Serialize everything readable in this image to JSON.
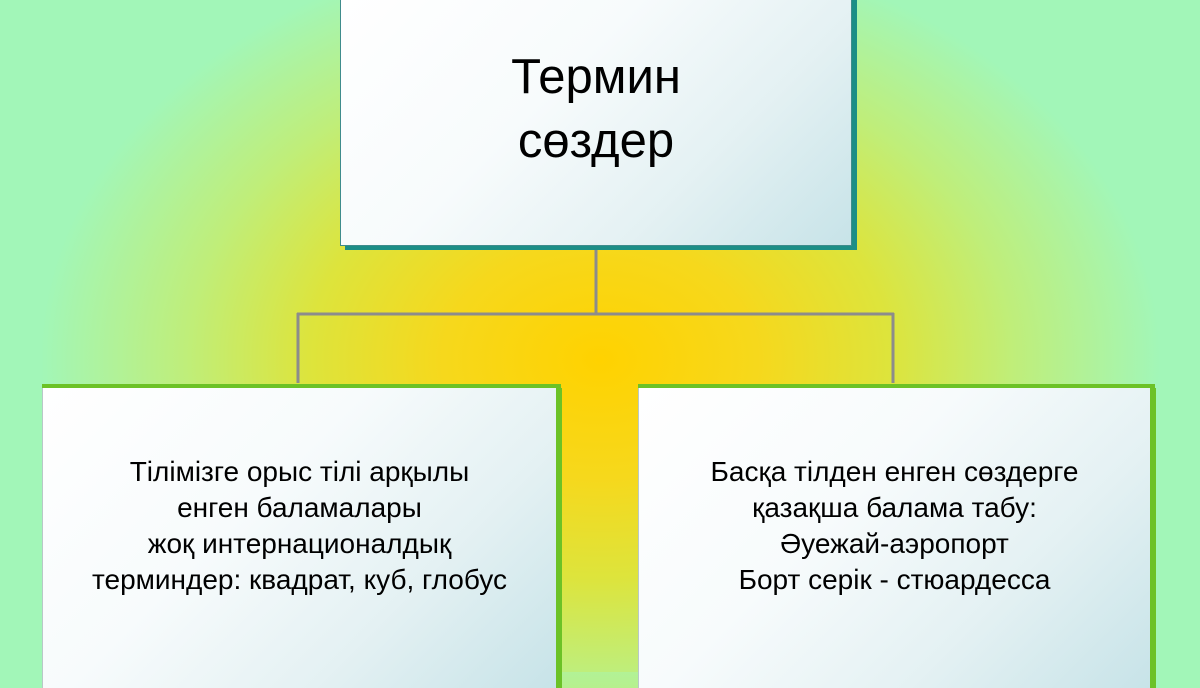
{
  "diagram": {
    "root": {
      "lines": [
        "Термин",
        "сөздер"
      ]
    },
    "children": [
      {
        "lines": [
          "Тілімізге орыс тілі арқылы",
          "енген баламалары",
          "жоқ интернационалдық",
          "терминдер: квадрат, куб, глобус"
        ]
      },
      {
        "lines": [
          "Басқа тілден енген сөздерге",
          "қазақша балама табу:",
          "Әуежай-аэропорт",
          "Борт серік - стюардесса"
        ]
      }
    ]
  },
  "colors": {
    "root_border": "#3f8c8c",
    "child_accent": "#6cc226",
    "connector": "#8c8c8c"
  }
}
